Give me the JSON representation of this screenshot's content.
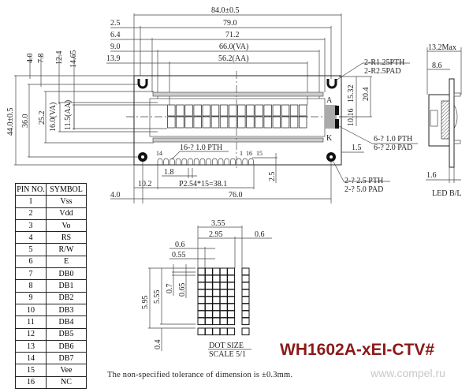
{
  "title": "WH1602A-xEI-CTV#",
  "watermark": "www.compel.ru",
  "accent_color": "#8b1a1a",
  "front_view": {
    "top_dims": [
      "84.0±0.5",
      "79.0",
      "71.2",
      "66.0(VA)",
      "56.2(AA)"
    ],
    "left_offsets": [
      "2.5",
      "6.4",
      "9.0",
      "13.9"
    ],
    "vertical_offsets": [
      "4.0",
      "7.8",
      "12.4",
      "14.65"
    ],
    "height_dims": [
      "44.0±0.5",
      "36.0",
      "25.2",
      "16.0(VA)",
      "11.5(AA)"
    ],
    "hole_top_label": [
      "2-R1.25PTH",
      "2-R2.5PAD"
    ],
    "right_dims": [
      "15.32",
      "20.4",
      "10.16"
    ],
    "backlight_labels": {
      "anode": "A",
      "cathode": "K"
    },
    "pad_label": [
      "6-? 1.0 PTH",
      "6-? 2.0 PAD"
    ],
    "edge_dim": "1.5",
    "hole_bottom_label": [
      "2-? 2.5 PTH",
      "2-? 5.0 PAD"
    ],
    "pin_label": "16-? 1.0 PTH",
    "pin_numbers": [
      "14",
      "1",
      "16",
      "15"
    ],
    "pin_dims": [
      "1.8",
      "10.2",
      "P2.54*15=38.1",
      "4.0",
      "76.0",
      "2.5"
    ],
    "characters": 16,
    "lines": 2
  },
  "side_view": {
    "dims": [
      "13.2Max",
      "8.6",
      "1.6"
    ],
    "label": "LED B/L"
  },
  "pin_table": {
    "headers": [
      "PIN NO.",
      "SYMBOL"
    ],
    "rows": [
      [
        "1",
        "Vss"
      ],
      [
        "2",
        "Vdd"
      ],
      [
        "3",
        "Vo"
      ],
      [
        "4",
        "RS"
      ],
      [
        "5",
        "R/W"
      ],
      [
        "6",
        "E"
      ],
      [
        "7",
        "DB0"
      ],
      [
        "8",
        "DB1"
      ],
      [
        "9",
        "DB2"
      ],
      [
        "10",
        "DB3"
      ],
      [
        "11",
        "DB4"
      ],
      [
        "12",
        "DB5"
      ],
      [
        "13",
        "DB6"
      ],
      [
        "14",
        "DB7"
      ],
      [
        "15",
        "Vee"
      ],
      [
        "16",
        "NC"
      ]
    ]
  },
  "dot_size": {
    "dims": [
      "3.55",
      "2.95",
      "0.6",
      "0.6",
      "0.55",
      "5.95",
      "5.55",
      "0.7",
      "0.65",
      "0.4"
    ],
    "title": "DOT SIZE",
    "scale": "SCALE 5/1"
  },
  "tolerance_note": "The non-specified tolerance of dimension is ±0.3mm."
}
